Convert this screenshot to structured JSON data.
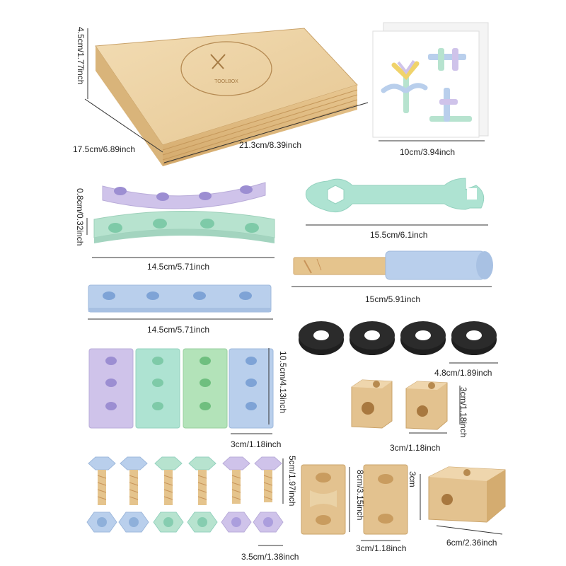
{
  "box": {
    "logo_text": "TOOLBOX"
  },
  "colors": {
    "wood": "#e3c28f",
    "wood_dark": "#c99c5f",
    "purple": "#cfc3ea",
    "green": "#b7e3cf",
    "mint": "#aee3d2",
    "blue": "#b9cfec",
    "black": "#1f1f1f"
  },
  "dims": {
    "box_height": "4.5cm/1.77inch",
    "box_depth": "17.5cm/6.89inch",
    "box_width": "21.3cm/8.39inch",
    "card": "10cm/3.94inch",
    "curve_thickness": "0.8cm/0.32inch",
    "curve_length": "14.5cm/5.71inch",
    "wrench": "15.5cm/6.1inch",
    "screwdriver": "15cm/5.91inch",
    "straight_bar": "14.5cm/5.71inch",
    "washer": "4.8cm/1.89inch",
    "short_plate_height": "10.5cm/4.13inch",
    "short_plate_width": "3cm/1.18inch",
    "cube_side": "3cm/1.18inch",
    "cube_width": "3cm/1.18inch",
    "bolt_height": "5cm/1.97inch",
    "bolt_nut": "3.5cm/1.38inch",
    "wood_plate_height": "8cm/3.15inch",
    "wood_plate_width": "3cm/1.18inch",
    "block_height": "3cm",
    "block_length": "6cm/2.36inch"
  }
}
